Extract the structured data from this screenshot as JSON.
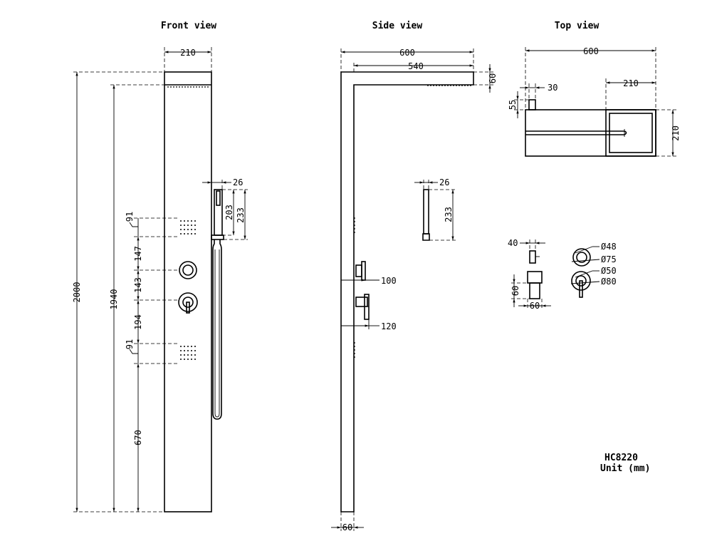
{
  "views": {
    "front": "Front view",
    "side": "Side view",
    "top": "Top view"
  },
  "front": {
    "width": "210",
    "total_height": "2000",
    "head_height": "1940",
    "jet_height_1": "91",
    "gap_1": "147",
    "gap_2": "143",
    "gap_3": "194",
    "jet_height_2": "91",
    "bottom": "670",
    "handshower_width": "26",
    "handshower_203": "203",
    "handshower_233": "233"
  },
  "side": {
    "length": "600",
    "head_length": "540",
    "head_thickness": "60",
    "knob_depth": "100",
    "lever_depth": "120",
    "column_depth": "60",
    "handshower_width": "26",
    "handshower_length": "233"
  },
  "top": {
    "length": "600",
    "head_width": "210",
    "arm_width": "30",
    "arm_height": "55",
    "depth": "210"
  },
  "controls": {
    "depth_40": "40",
    "depth_60": "60",
    "height_60": "60",
    "knob_inner": "Ø48",
    "knob_outer": "Ø75",
    "lever_inner": "Ø50",
    "lever_outer": "Ø80"
  },
  "model": "HC8220",
  "unit": "Unit (mm)"
}
